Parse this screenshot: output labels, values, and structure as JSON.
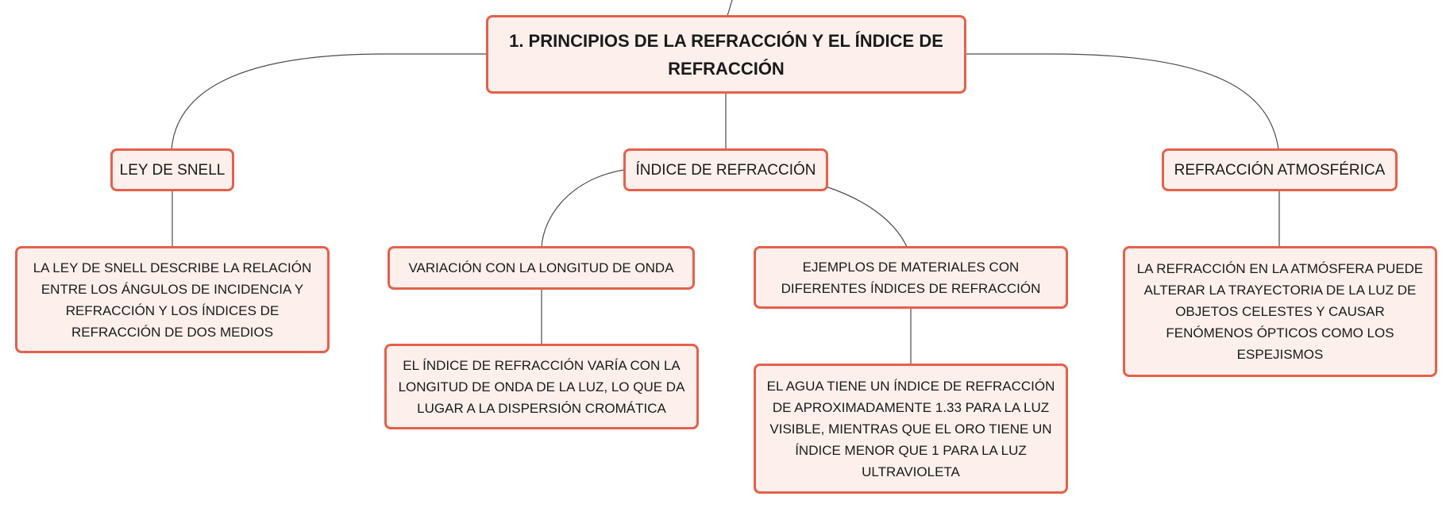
{
  "map": {
    "root": {
      "title": "1. PRINCIPIOS DE LA REFRACCIÓN Y EL ÍNDICE DE REFRACCIÓN"
    },
    "branches": [
      {
        "label": "LEY DE SNELL",
        "children": [
          {
            "text": "LA LEY DE SNELL DESCRIBE LA RELACIÓN ENTRE LOS ÁNGULOS DE INCIDENCIA Y REFRACCIÓN Y LOS ÍNDICES DE REFRACCIÓN DE DOS MEDIOS"
          }
        ]
      },
      {
        "label": "ÍNDICE DE REFRACCIÓN",
        "children": [
          {
            "label": "VARIACIÓN CON LA LONGITUD DE ONDA",
            "detail": "EL ÍNDICE DE REFRACCIÓN VARÍA CON LA LONGITUD DE ONDA DE LA LUZ, LO QUE DA LUGAR A LA DISPERSIÓN CROMÁTICA"
          },
          {
            "label": "EJEMPLOS DE MATERIALES CON DIFERENTES ÍNDICES DE REFRACCIÓN",
            "detail": "EL AGUA TIENE UN ÍNDICE DE REFRACCIÓN DE APROXIMADAMENTE 1.33 PARA LA LUZ VISIBLE, MIENTRAS QUE EL ORO TIENE UN ÍNDICE MENOR QUE 1 PARA LA LUZ ULTRAVIOLETA"
          }
        ]
      },
      {
        "label": "REFRACCIÓN ATMOSFÉRICA",
        "children": [
          {
            "text": "LA REFRACCIÓN EN LA ATMÓSFERA PUEDE ALTERAR LA TRAYECTORIA DE LA LUZ DE OBJETOS CELESTES Y CAUSAR FENÓMENOS ÓPTICOS COMO LOS ESPEJISMOS"
          }
        ]
      }
    ],
    "colors": {
      "node_border": "#e5604a",
      "node_fill": "#fdf0ec",
      "connector": "#4a4a4a"
    }
  }
}
